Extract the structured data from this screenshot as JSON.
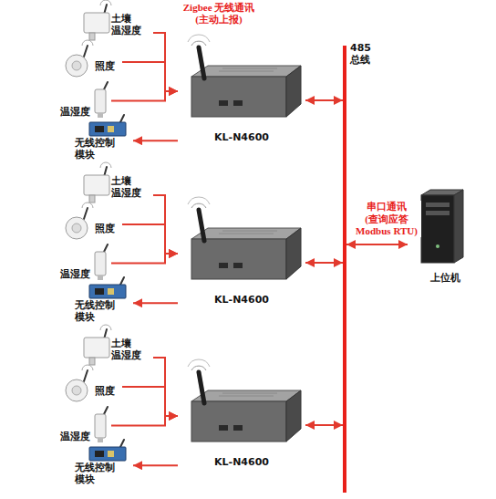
{
  "diagram": {
    "nodes": [
      {
        "text": [
          "土壤 温湿度"
        ]
      },
      {
        "text": [
          "照度"
        ]
      },
      {
        "text": [
          "温湿度"
        ]
      },
      {
        "text": [
          "无线控制 模块"
        ]
      },
      {
        "text": [
          "KL-N4600"
        ]
      },
      {
        "text": [
          "土壤 温湿度"
        ]
      },
      {
        "text": [
          "照度"
        ]
      },
      {
        "text": [
          "温湿度"
        ]
      },
      {
        "text": [
          "无线控制 模块"
        ]
      },
      {
        "text": [
          "KL-N4600"
        ]
      },
      {
        "text": [
          "土壤 温湿度"
        ]
      },
      {
        "text": [
          "照度"
        ]
      },
      {
        "text": [
          "温湿度"
        ]
      },
      {
        "text": [
          "无线控制 模块"
        ]
      },
      {
        "text": [
          "KL-N4600"
        ]
      },
      {
        "text": [
          "485 总线"
        ]
      },
      {
        "text": [
          "上位机"
        ]
      }
    ],
    "edges": [
      {
        "from": 0,
        "to": 4,
        "arrow": "to"
      },
      {
        "from": 1,
        "to": 4,
        "arrow": "to"
      },
      {
        "from": 2,
        "to": 4,
        "arrow": "to"
      },
      {
        "from": 4,
        "to": 3,
        "arrow": "to"
      },
      {
        "from": 4,
        "to": 15,
        "arrow": "both"
      },
      {
        "from": 5,
        "to": 9,
        "arrow": "to"
      },
      {
        "from": 6,
        "to": 9,
        "arrow": "to"
      },
      {
        "from": 7,
        "to": 9,
        "arrow": "to"
      },
      {
        "from": 9,
        "to": 8,
        "arrow": "to"
      },
      {
        "from": 9,
        "to": 15,
        "arrow": "both"
      },
      {
        "from": 10,
        "to": 14,
        "arrow": "to"
      },
      {
        "from": 11,
        "to": 14,
        "arrow": "to"
      },
      {
        "from": 12,
        "to": 14,
        "arrow": "to"
      },
      {
        "from": 14,
        "to": 13,
        "arrow": "to"
      },
      {
        "from": 14,
        "to": 15,
        "arrow": "both"
      },
      {
        "from": 15,
        "to": 16,
        "label": "串口通讯 (查询应答 Modbus RTU)",
        "arrow": "both"
      }
    ],
    "labels": [
      "Zigbee 无线通讯 (主动上报)"
    ]
  }
}
